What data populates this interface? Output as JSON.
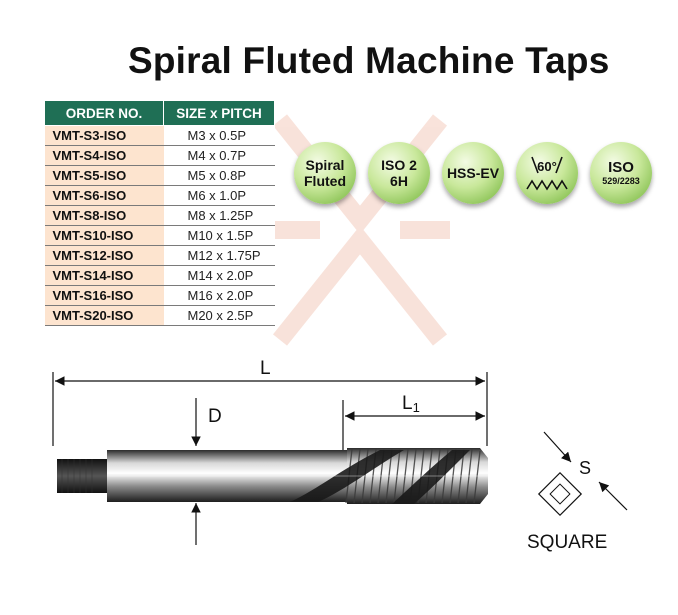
{
  "title": "Spiral Fluted Machine Taps",
  "table": {
    "headers": [
      "ORDER NO.",
      "SIZE x PITCH"
    ],
    "rows": [
      [
        "VMT-S3-ISO",
        "M3 x 0.5P"
      ],
      [
        "VMT-S4-ISO",
        "M4 x 0.7P"
      ],
      [
        "VMT-S5-ISO",
        "M5 x 0.8P"
      ],
      [
        "VMT-S6-ISO",
        "M6 x 1.0P"
      ],
      [
        "VMT-S8-ISO",
        "M8 x 1.25P"
      ],
      [
        "VMT-S10-ISO",
        "M10 x 1.5P"
      ],
      [
        "VMT-S12-ISO",
        "M12 x 1.75P"
      ],
      [
        "VMT-S14-ISO",
        "M14 x 2.0P"
      ],
      [
        "VMT-S16-ISO",
        "M16 x 2.0P"
      ],
      [
        "VMT-S20-ISO",
        "M20 x 2.5P"
      ]
    ]
  },
  "badges": {
    "spiral": [
      "Spiral",
      "Fluted"
    ],
    "iso2": [
      "ISO 2",
      "6H"
    ],
    "hss": "HSS-EV",
    "angle": "60°",
    "iso": [
      "ISO",
      "529/2283"
    ]
  },
  "diagram": {
    "label_L": "L",
    "label_L1": "L",
    "label_L1_sub": "1",
    "label_D": "D",
    "label_S": "S",
    "label_square": "SQUARE"
  },
  "colors": {
    "header_bg": "#1f6f55",
    "order_bg": "#fde4cf",
    "badge_green": "#8fc55a"
  }
}
